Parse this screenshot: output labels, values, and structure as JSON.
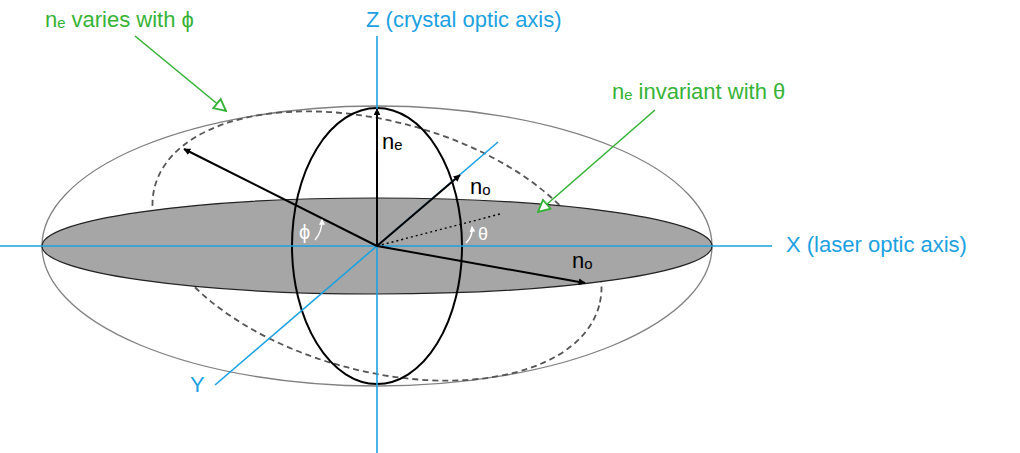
{
  "diagram": {
    "labels": [
      "nₑ varies with ϕ",
      "Z (crystal optic axis)",
      "nₑ",
      "nₒ",
      "nₑ invariant with θ",
      "X (laser optic axis)",
      "ϕ",
      "θ",
      "nₒ",
      "Y"
    ]
  }
}
